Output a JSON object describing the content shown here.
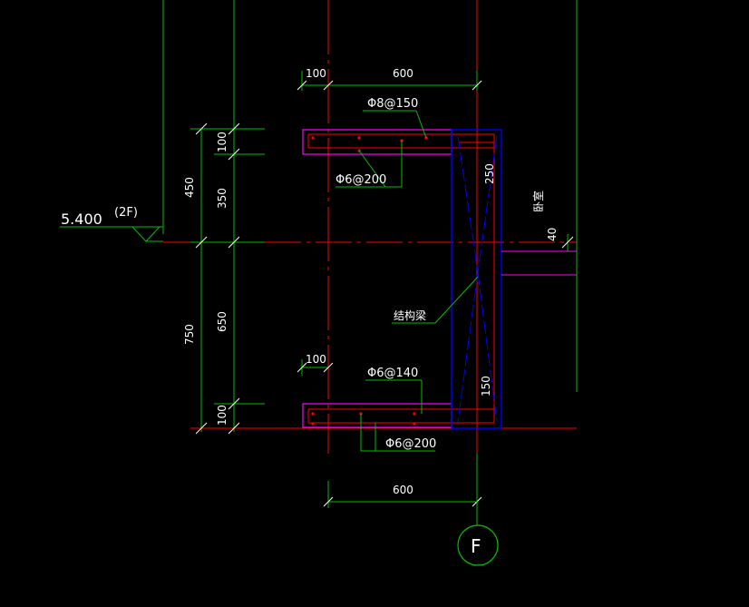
{
  "drawing": {
    "elevation": {
      "value": "5.400",
      "floor": "(2F)"
    },
    "axis_bubble": "F",
    "room_label": "卧室",
    "beam_label": "结构梁",
    "rebar": {
      "top_main": "Φ8@150",
      "top_dist": "Φ6@200",
      "bottom_main": "Φ6@140",
      "bottom_dist": "Φ6@200"
    },
    "dims": {
      "top_100": "100",
      "top_600": "600",
      "bottom_100": "100",
      "bottom_600": "600",
      "left_450": "450",
      "left_750": "750",
      "inner_100_top": "100",
      "inner_350": "350",
      "inner_650": "650",
      "inner_100_bottom": "100",
      "beam_250": "250",
      "beam_150": "150",
      "right_40": "40"
    },
    "colors": {
      "background": "#000000",
      "axis_red": "#ff0000",
      "dim_green": "#00c000",
      "slab_magenta": "#ff00ff",
      "beam_blue": "#0000ff",
      "text_white": "#ffffff"
    }
  }
}
